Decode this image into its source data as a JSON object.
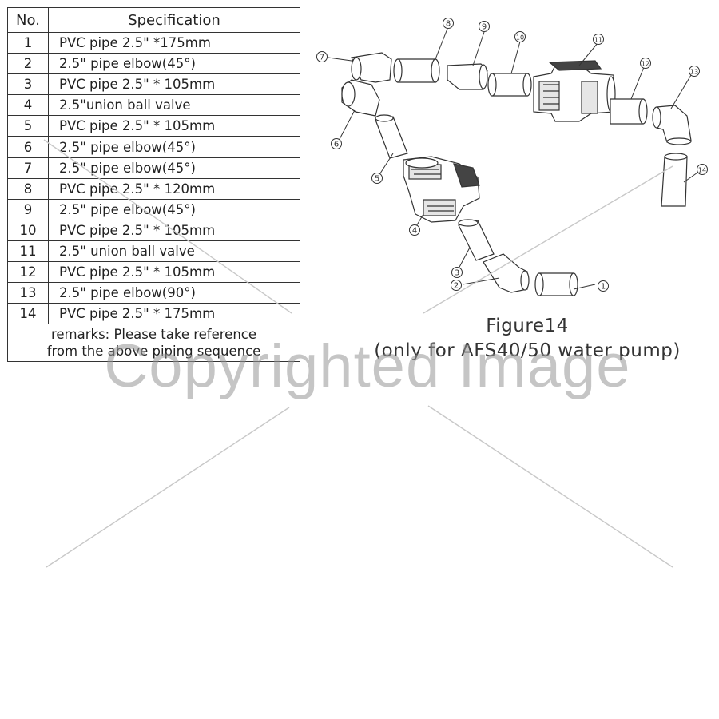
{
  "table": {
    "header": {
      "no": "No.",
      "spec": "Specification"
    },
    "rows": [
      {
        "no": "1",
        "spec": "PVC pipe 2.5\" *175mm"
      },
      {
        "no": "2",
        "spec": "2.5\" pipe elbow(45°)"
      },
      {
        "no": "3",
        "spec": "PVC pipe 2.5\" * 105mm"
      },
      {
        "no": "4",
        "spec": "2.5\"union ball valve"
      },
      {
        "no": "5",
        "spec": "PVC pipe 2.5\" * 105mm"
      },
      {
        "no": "6",
        "spec": "2.5\" pipe elbow(45°)"
      },
      {
        "no": "7",
        "spec": "2.5\" pipe elbow(45°)"
      },
      {
        "no": "8",
        "spec": "PVC pipe 2.5\" * 120mm"
      },
      {
        "no": "9",
        "spec": "2.5\" pipe elbow(45°)"
      },
      {
        "no": "10",
        "spec": "PVC pipe 2.5\" * 105mm"
      },
      {
        "no": "11",
        "spec": "2.5\" union ball valve"
      },
      {
        "no": "12",
        "spec": "PVC pipe 2.5\" * 105mm"
      },
      {
        "no": "13",
        "spec": "2.5\" pipe elbow(90°)"
      },
      {
        "no": "14",
        "spec": "PVC pipe 2.5\" * 175mm"
      }
    ],
    "remarks_line1": "remarks:  Please take reference",
    "remarks_line2": "from the above piping sequence"
  },
  "figure": {
    "title": "Figure14",
    "subtitle": "(only for AFS40/50 water pump)",
    "callouts": [
      "1",
      "2",
      "3",
      "4",
      "5",
      "6",
      "7",
      "8",
      "9",
      "10",
      "11",
      "12",
      "13",
      "14"
    ]
  },
  "watermark": {
    "text": "Copyrighted Image"
  },
  "colors": {
    "line": "#333333",
    "watermark": "#bdbdbd"
  }
}
